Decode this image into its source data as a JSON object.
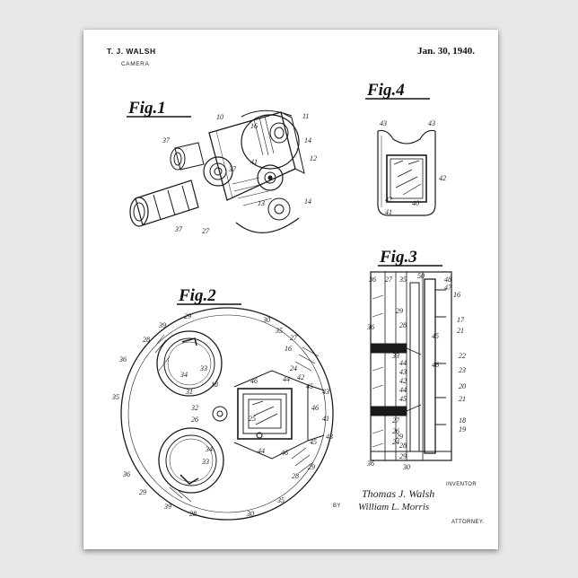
{
  "header": {
    "inventor_name": "T. J. WALSH",
    "title": "CAMERA",
    "date": "Jan. 30, 1940."
  },
  "figures": {
    "fig1": "Fig.1",
    "fig2": "Fig.2",
    "fig3": "Fig.3",
    "fig4": "Fig.4"
  },
  "fig1_labels": [
    "10",
    "16",
    "11",
    "37",
    "14",
    "37",
    "12",
    "41",
    "13",
    "14",
    "37",
    "27"
  ],
  "fig2_labels": [
    "30",
    "29",
    "35",
    "39",
    "27",
    "28",
    "16",
    "36",
    "33",
    "34",
    "24",
    "31",
    "18",
    "44",
    "46",
    "42",
    "45",
    "43",
    "35",
    "32",
    "26",
    "25",
    "46",
    "41",
    "34",
    "44",
    "33",
    "46",
    "45",
    "43",
    "29",
    "28",
    "36",
    "29",
    "39",
    "28",
    "30",
    "35"
  ],
  "fig3_labels": [
    "27",
    "35",
    "50",
    "48",
    "36",
    "47",
    "16",
    "29",
    "17",
    "28",
    "21",
    "36",
    "45",
    "33",
    "44",
    "22",
    "43",
    "46",
    "42",
    "23",
    "44",
    "20",
    "45",
    "27",
    "21",
    "26",
    "18",
    "24",
    "29",
    "19",
    "36",
    "29",
    "30",
    "28"
  ],
  "fig4_labels": [
    "43",
    "43",
    "42",
    "42",
    "41",
    "40"
  ],
  "footer": {
    "inventor_label": "INVENTOR",
    "inventor_sig": "Thomas J. Walsh",
    "by_label": "BY",
    "attorney_sig": "William L. Morris",
    "attorney_label": "ATTORNEY."
  },
  "colors": {
    "ink": "#1a1a1a",
    "paper": "#ffffff",
    "wall": "#e7e7e7"
  }
}
